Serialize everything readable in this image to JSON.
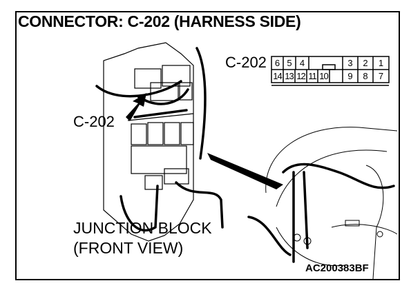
{
  "title": "CONNECTOR: C-202 (HARNESS SIDE)",
  "connector": {
    "label": "C-202",
    "top_row": [
      "6",
      "5",
      "4",
      "3",
      "2",
      "1"
    ],
    "bottom_row": [
      "14",
      "13",
      "12",
      "11",
      "10",
      "9",
      "8",
      "7"
    ]
  },
  "junction_block": {
    "pointer_label": "C-202",
    "caption_line1": "JUNCTION BLOCK",
    "caption_line2": "(FRONT VIEW)"
  },
  "figure_code": "AC200383BF"
}
